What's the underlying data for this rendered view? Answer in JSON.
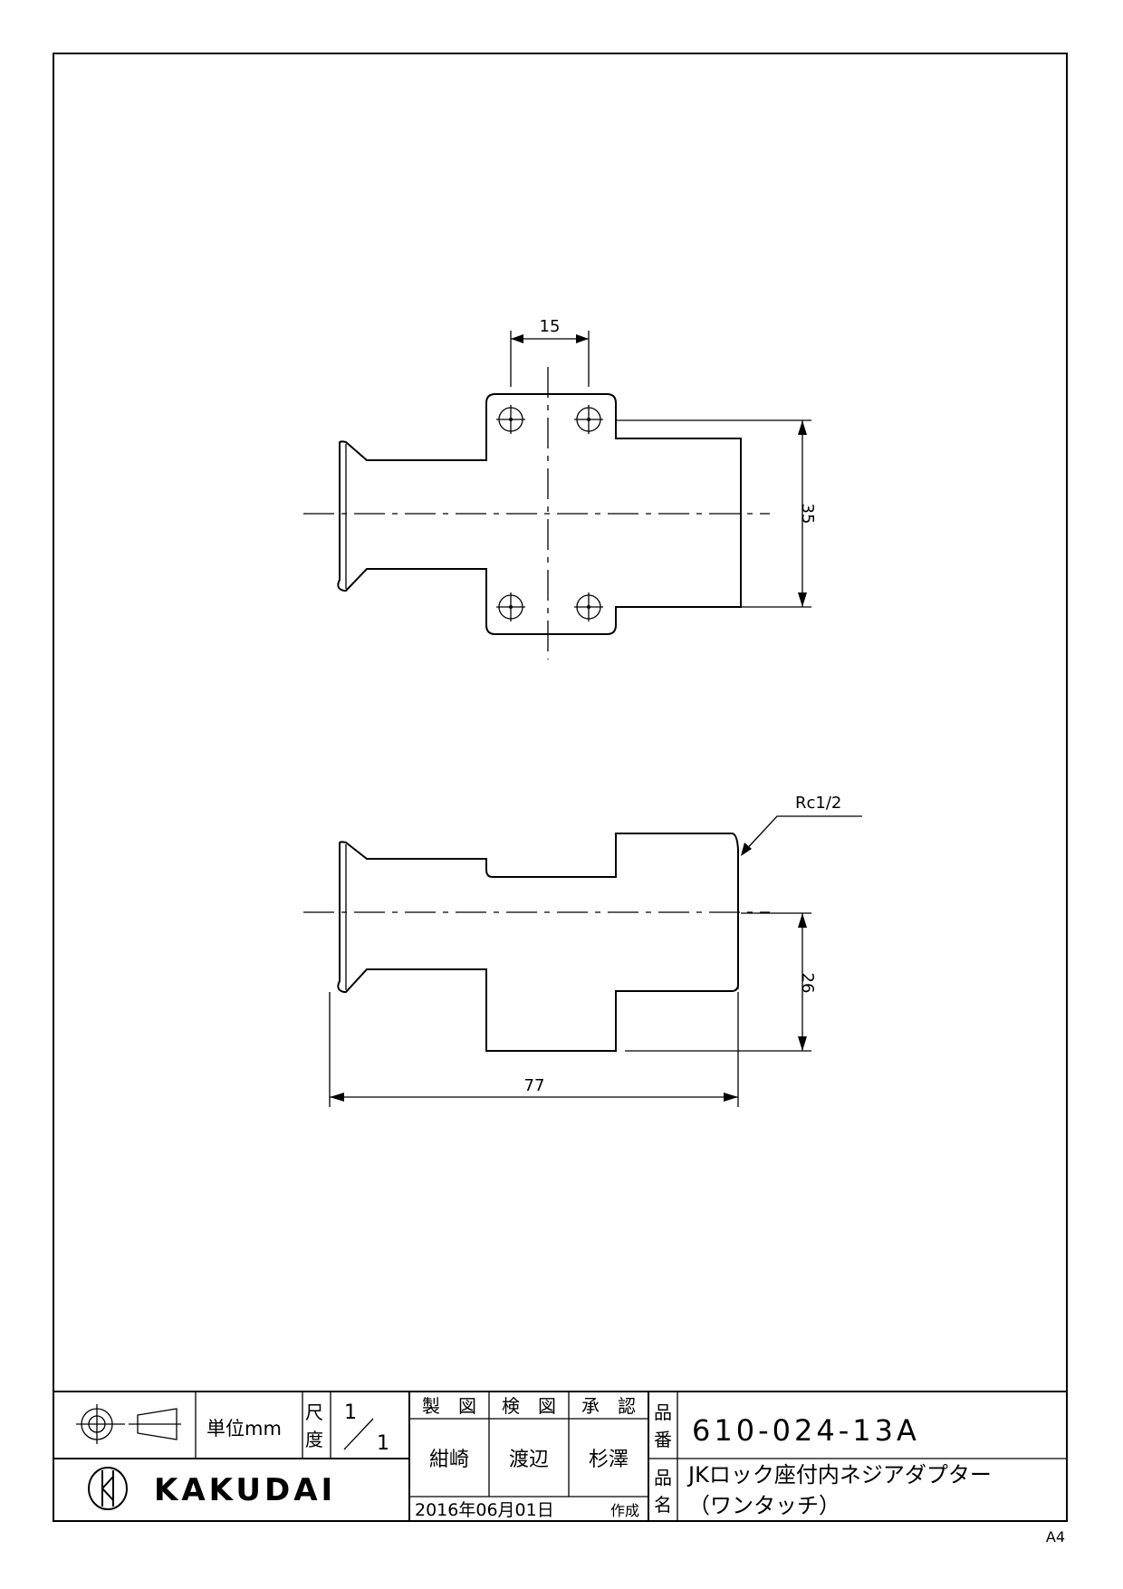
{
  "drawing": {
    "dims": {
      "hole_pitch": "15",
      "flange_height": "35",
      "height_half": "26",
      "total_length": "77",
      "thread": "Rc1/2"
    }
  },
  "title_block": {
    "unit_label": "単位mm",
    "scale_label_1": "尺",
    "scale_label_2": "度",
    "scale_num": "1",
    "scale_den": "1",
    "roles": [
      "製　図",
      "検　図",
      "承　認"
    ],
    "names": [
      "紺崎",
      "渡辺",
      "杉澤"
    ],
    "date": "2016年06月01日",
    "date_suffix": "作成",
    "part_no_label_1": "品",
    "part_no_label_2": "番",
    "part_no": "610-024-13A",
    "part_name_label_1": "品",
    "part_name_label_2": "名",
    "part_name_line1": "JKロック座付内ネジアダプター",
    "part_name_line2": "（ワンタッチ）",
    "company": "KAKUDAI",
    "sheet_size": "A4"
  }
}
